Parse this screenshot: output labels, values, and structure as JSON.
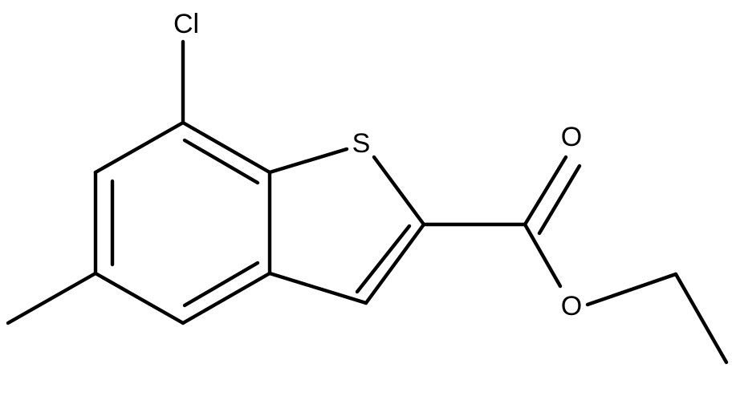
{
  "molecule": {
    "atoms": {
      "chlorine": "Cl",
      "sulfur": "S",
      "carbonyl_oxygen": "O",
      "ester_oxygen": "O"
    },
    "colors": {
      "bond": "#000000",
      "label": "#000000",
      "background": "#ffffff"
    }
  }
}
